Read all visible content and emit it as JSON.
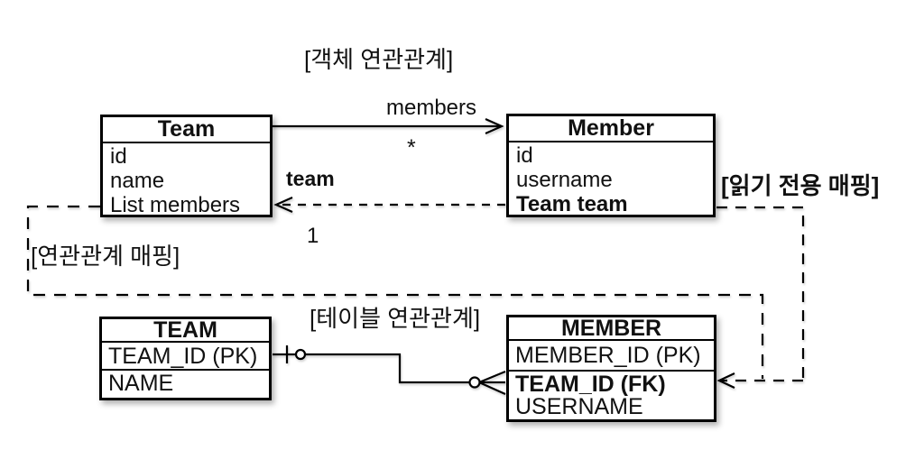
{
  "diagram": {
    "section_labels": {
      "object_relation": "[객체 연관관계]",
      "table_relation": "[테이블 연관관계]",
      "relation_mapping": "[연관관계 매핑]",
      "readonly_mapping": "[읽기 전용 매핑]"
    },
    "object_association": {
      "forward_label": "members",
      "forward_cardinality": "*",
      "reverse_label": "team",
      "reverse_cardinality": "1"
    },
    "classes": {
      "team": {
        "name": "Team",
        "fields": [
          "id",
          "name",
          "List members"
        ]
      },
      "member": {
        "name": "Member",
        "fields": [
          "id",
          "username",
          "Team team"
        ]
      }
    },
    "tables": {
      "team": {
        "name": "TEAM",
        "columns": [
          "TEAM_ID (PK)",
          "NAME"
        ]
      },
      "member": {
        "name": "MEMBER",
        "columns": [
          "MEMBER_ID (PK)",
          "TEAM_ID (FK)",
          "USERNAME"
        ]
      }
    },
    "colors": {
      "line": "#000000",
      "background": "#ffffff",
      "text": "#111111"
    }
  }
}
